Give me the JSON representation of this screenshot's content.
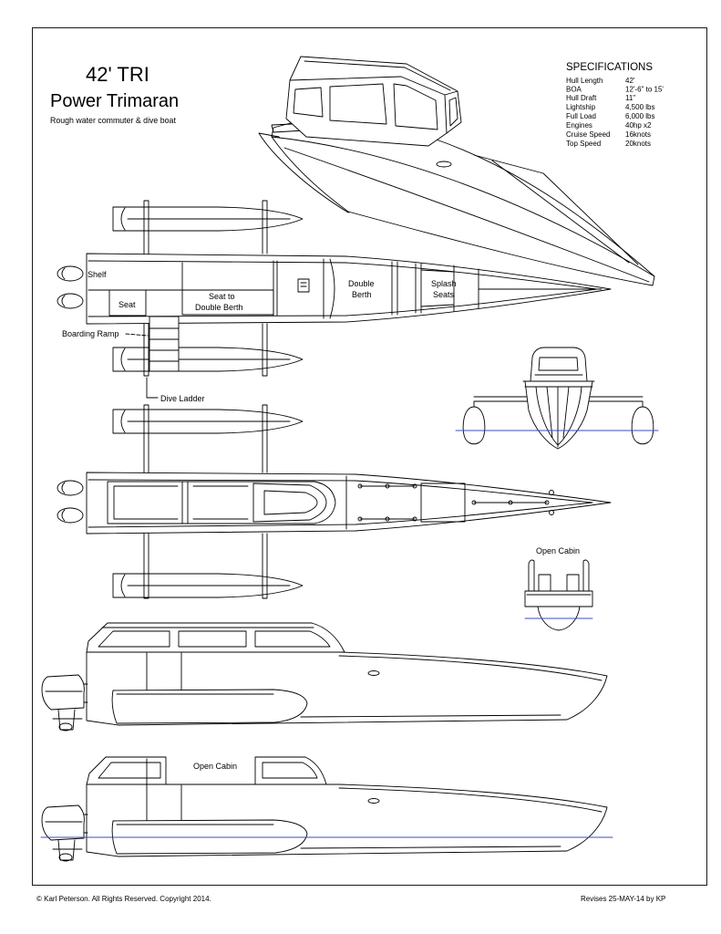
{
  "title": {
    "line1": "42' TRI",
    "line2": "Power Trimaran",
    "description": "Rough water commuter & dive boat"
  },
  "specifications": {
    "heading": "SPECIFICATIONS",
    "rows": [
      {
        "label": "Hull Length",
        "value": "42'"
      },
      {
        "label": "BOA",
        "value": "12'-6\" to 15'"
      },
      {
        "label": "Hull Draft",
        "value": "11\""
      },
      {
        "label": "Lightship",
        "value": "4,500 lbs"
      },
      {
        "label": "Full Load",
        "value": "6,000 lbs"
      },
      {
        "label": "Engines",
        "value": "40hp x2"
      },
      {
        "label": "Cruise Speed",
        "value": "16knots"
      },
      {
        "label": "Top Speed",
        "value": "20knots"
      }
    ]
  },
  "plan_labels": {
    "shelf": "Shelf",
    "seat": "Seat",
    "seat_to_double_berth": [
      "Seat to",
      "Double Berth"
    ],
    "double_berth": [
      "Double",
      "Berth"
    ],
    "splash_seats": [
      "Splash",
      "Seats"
    ],
    "boarding_ramp": "Boarding Ramp",
    "dive_ladder": "Dive Ladder"
  },
  "view_labels": {
    "open_cabin_front": "Open Cabin",
    "open_cabin_side": "Open Cabin"
  },
  "footer": {
    "copyright": "© Karl Peterson. All Rights Reserved. Copyright 2014.",
    "revision": "Revises 25-MAY-14 by KP"
  },
  "colors": {
    "line": "#000000",
    "waterline": "#3b4cc0",
    "background": "#ffffff"
  }
}
